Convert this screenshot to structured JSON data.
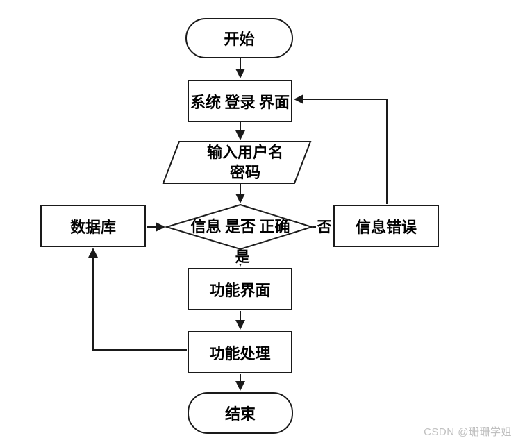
{
  "nodes": {
    "start": {
      "label": "开始"
    },
    "login": {
      "label": "系统 登录 界面"
    },
    "input": {
      "line1": "输入用户名",
      "line2": "密码"
    },
    "decision": {
      "label": "信息 是否 正确"
    },
    "database": {
      "label": "数据库"
    },
    "error": {
      "label": "信息错误"
    },
    "func_ui": {
      "label": "功能界面"
    },
    "func_proc": {
      "label": "功能处理"
    },
    "end": {
      "label": "结束"
    }
  },
  "edges": {
    "yes_label": "是",
    "no_label": "否"
  },
  "watermark": {
    "text": "CSDN @珊珊学姐"
  },
  "colors": {
    "line": "#1a1a1a",
    "text": "#000000",
    "background": "#ffffff",
    "watermark": "#c0c0c0"
  }
}
